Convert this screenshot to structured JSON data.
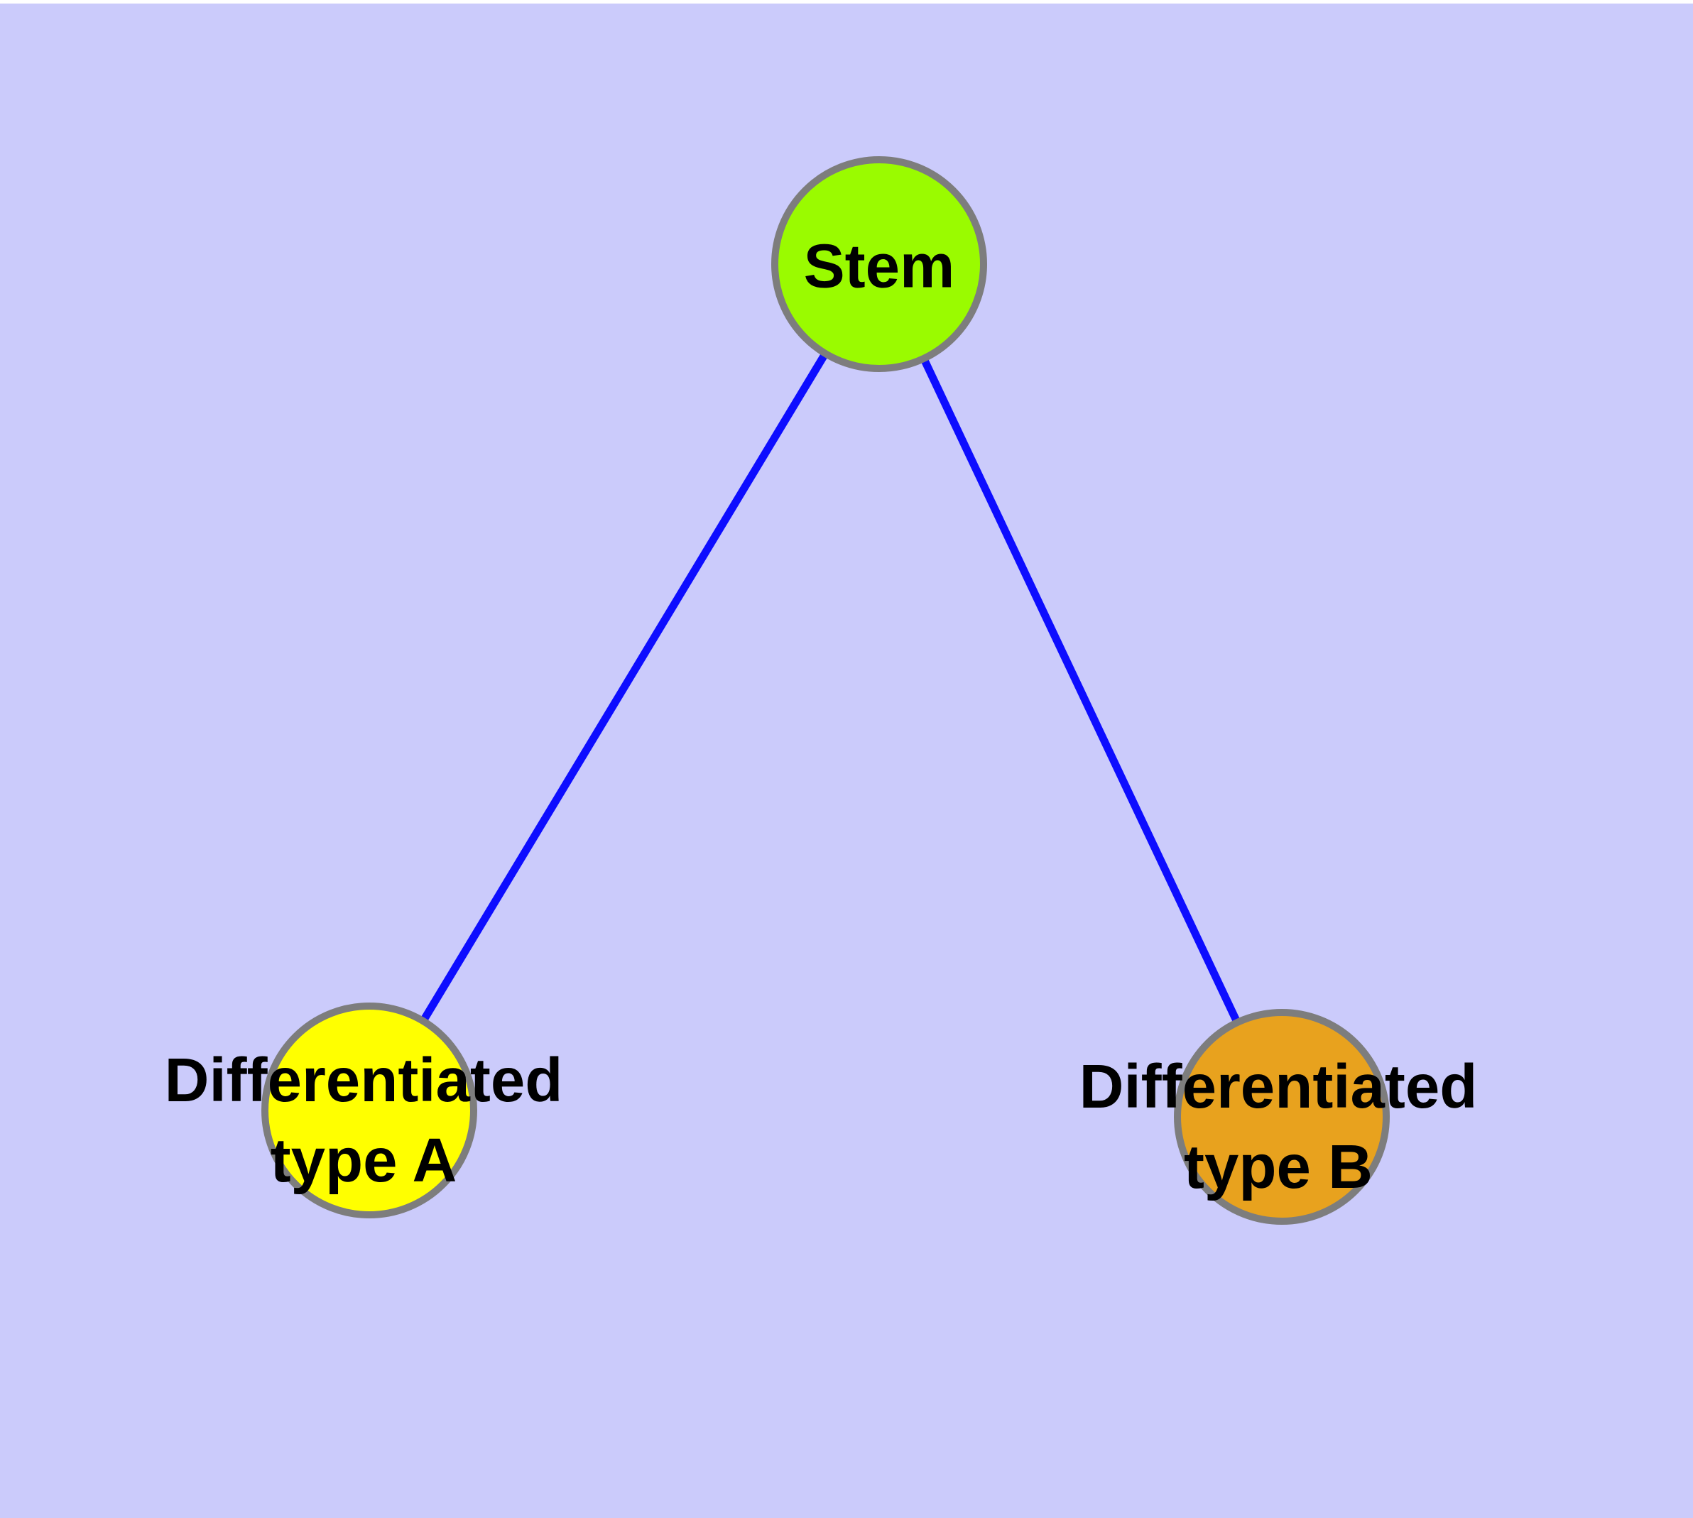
{
  "diagram": {
    "type": "graph",
    "background_color": "#CBCBFB",
    "top_margin_color": "#FFFFFF",
    "edge_color": "#0D0DFF",
    "node_border_color": "#7D7D7D",
    "label_color": "#000000",
    "nodes": [
      {
        "id": "stem",
        "label": "Stem",
        "fill": "#9AFB00"
      },
      {
        "id": "diff-a",
        "label_line1": "Differentiated",
        "label_line2": "type A",
        "fill": "#FFFF00"
      },
      {
        "id": "diff-b",
        "label_line1": "Differentiated",
        "label_line2": "type B",
        "fill": "#E8A21E"
      }
    ],
    "edges": [
      {
        "from": "Stem",
        "to": "Differentiated type A"
      },
      {
        "from": "Stem",
        "to": "Differentiated type B"
      }
    ]
  }
}
